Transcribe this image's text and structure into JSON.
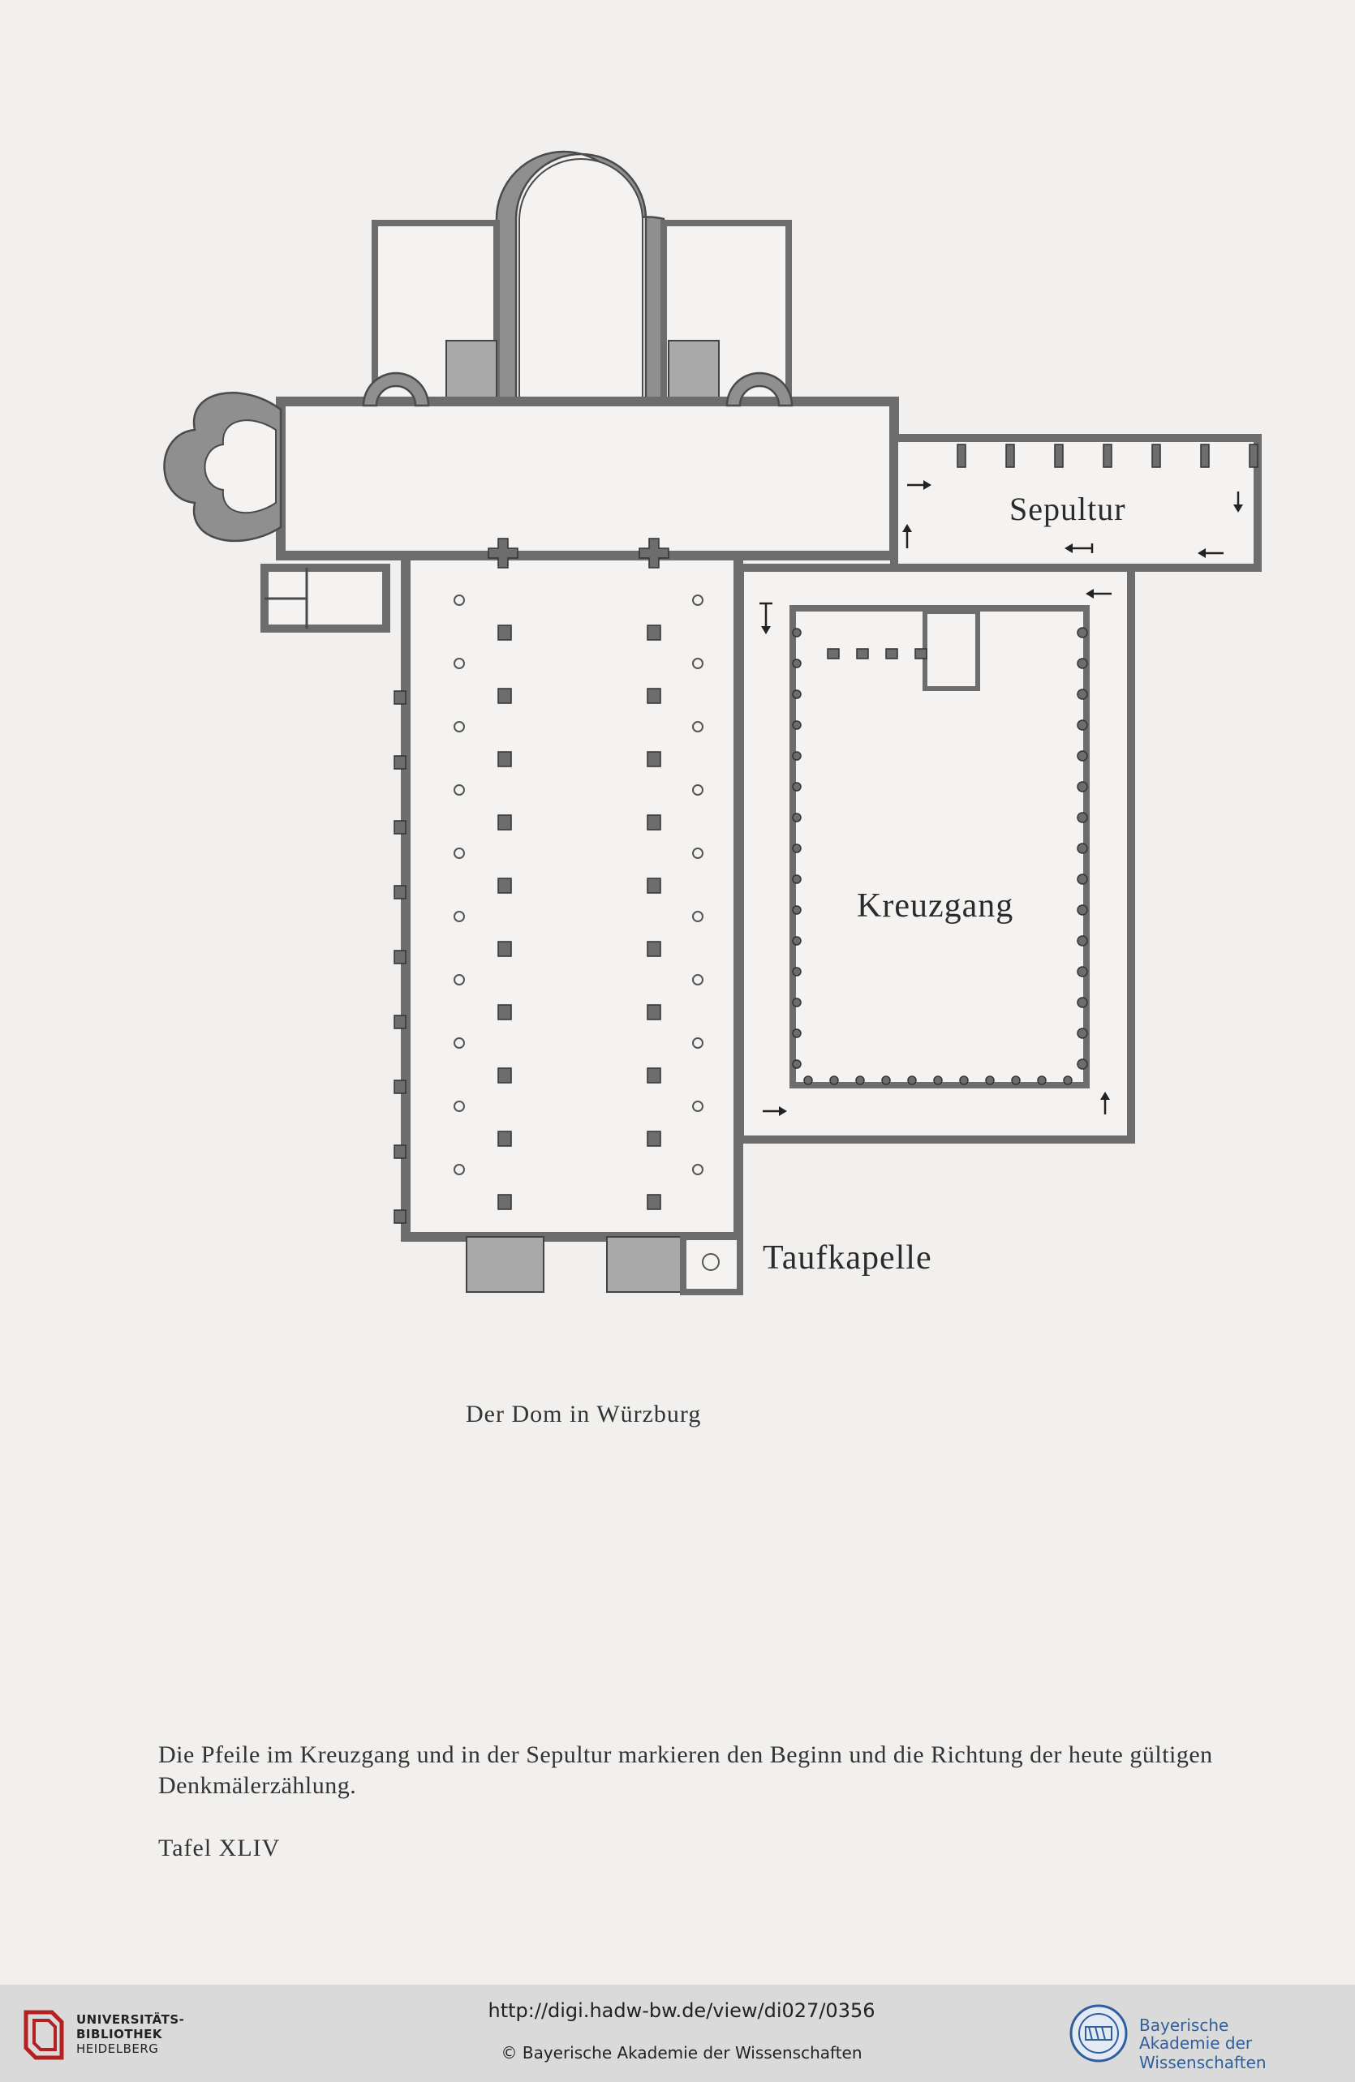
{
  "plan": {
    "labels": {
      "sepultur": "Sepultur",
      "kreuzgang": "Kreuzgang",
      "taufkapelle": "Taufkapelle"
    }
  },
  "captions": {
    "figure": "Der Dom in Würzburg",
    "note": "Die Pfeile im Kreuzgang und in der Sepultur markieren den Beginn und die Richtung der heute gültigen Denkmälerzählung.",
    "plate": "Tafel XLIV"
  },
  "footer": {
    "library": {
      "line1": "UNIVERSITÄTS-",
      "line2": "BIBLIOTHEK",
      "line3": "HEIDELBERG"
    },
    "url": "http://digi.hadw-bw.de/view/di027/0356",
    "copyright": "© Bayerische Akademie der Wissenschaften",
    "academy": {
      "line1": "Bayerische",
      "line2": "Akademie der Wissenschaften"
    }
  },
  "colors": {
    "page": "#f1f0ee",
    "footer": "#dadada",
    "academy_blue": "#2f5f9e",
    "library_red": "#b22222"
  }
}
